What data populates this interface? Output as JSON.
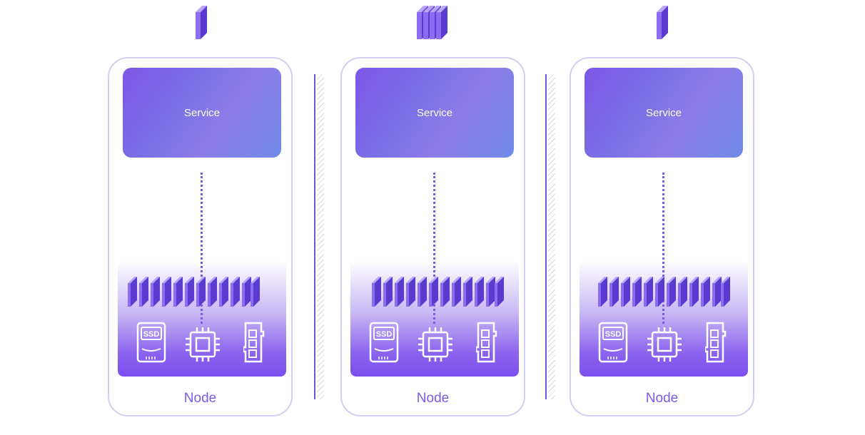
{
  "nodes": [
    {
      "service_label": "Service",
      "node_label": "Node",
      "resource_icons": [
        "ssd-icon",
        "cpu-icon",
        "memory-icon"
      ]
    },
    {
      "service_label": "Service",
      "node_label": "Node",
      "resource_icons": [
        "ssd-icon",
        "cpu-icon",
        "memory-icon"
      ]
    },
    {
      "service_label": "Service",
      "node_label": "Node",
      "resource_icons": [
        "ssd-icon",
        "cpu-icon",
        "memory-icon"
      ]
    }
  ],
  "ssd_label": "SSD",
  "colors": {
    "accent": "#7c5ae6",
    "border": "#d3cdf3",
    "divider": "#6c55d8"
  }
}
